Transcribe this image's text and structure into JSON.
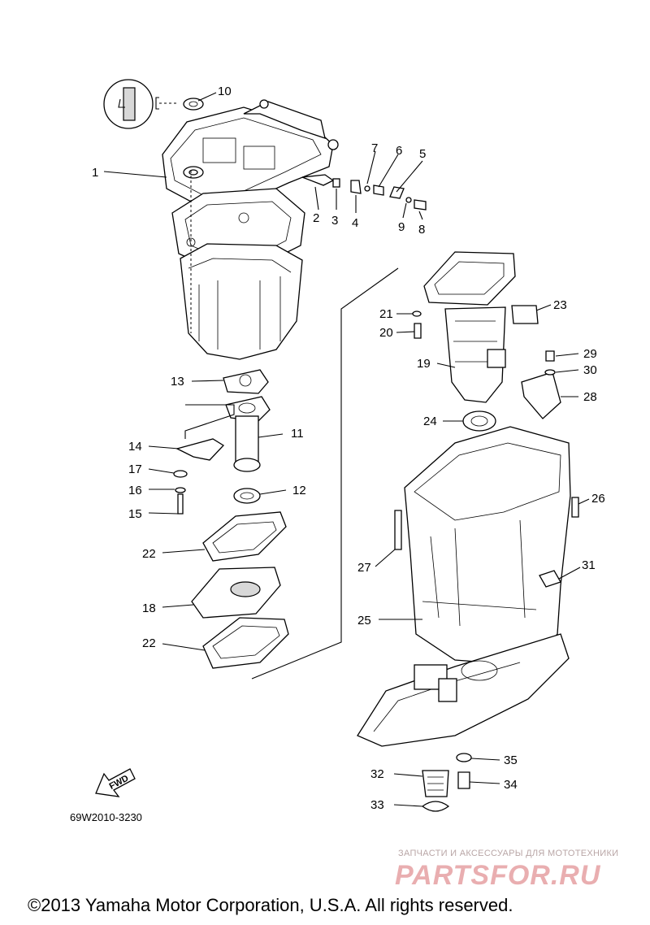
{
  "diagram": {
    "reference_code": "69W2010-3230",
    "fwd_label": "FWD",
    "callouts": [
      "1",
      "2",
      "3",
      "4",
      "5",
      "6",
      "7",
      "8",
      "9",
      "10",
      "11",
      "12",
      "13",
      "14",
      "15",
      "16",
      "17",
      "18",
      "19",
      "20",
      "21",
      "22",
      "22",
      "23",
      "24",
      "25",
      "26",
      "27",
      "28",
      "29",
      "30",
      "31",
      "32",
      "33",
      "34",
      "35"
    ]
  },
  "watermark": {
    "caption": "ЗАПЧАСТИ И АКСЕССУАРЫ ДЛЯ МОТОТЕХНИКИ",
    "logo_text": "PARTSFOR.RU"
  },
  "footer": {
    "copyright": "©2013 Yamaha Motor Corporation, U.S.A. All rights reserved."
  }
}
